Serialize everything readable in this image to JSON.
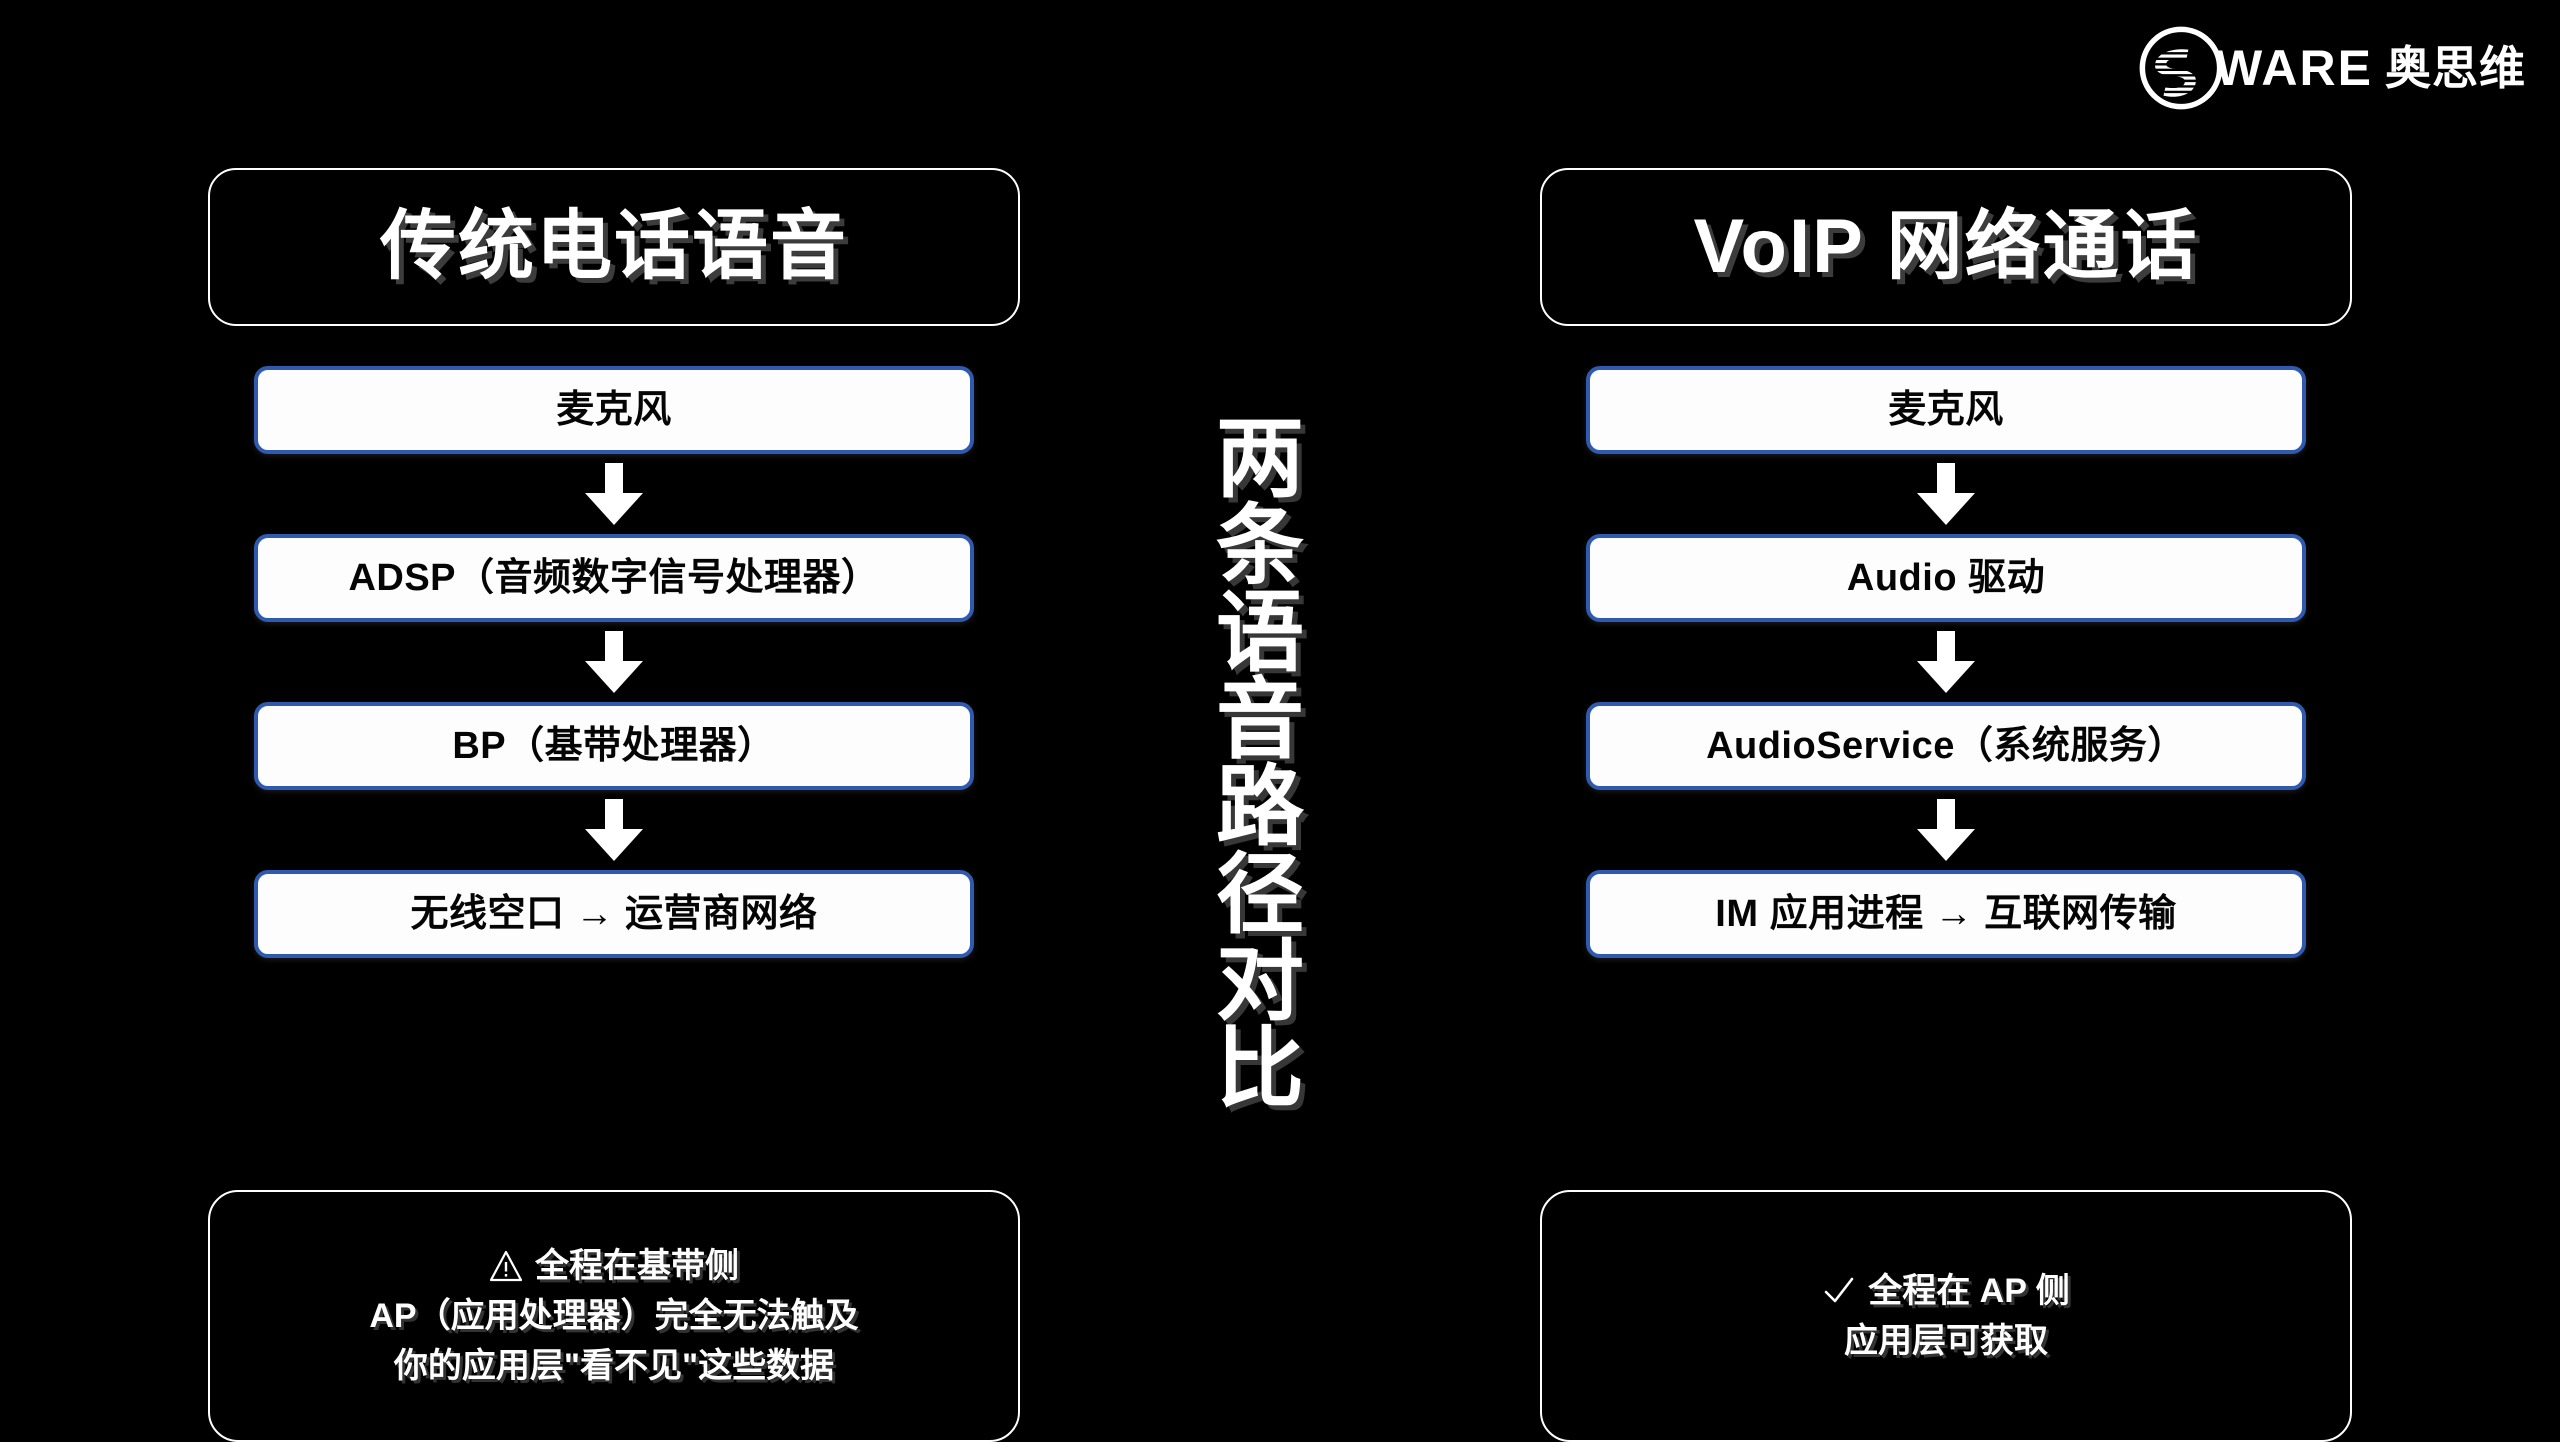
{
  "brand": {
    "mark_icon": "swire-circle-s-logo-icon",
    "latin_text": "WARE",
    "cjk_text": "奥思维"
  },
  "center_title": {
    "text": "两条语音路径对比",
    "chars": [
      "两",
      "条",
      "语",
      "音",
      "路",
      "径",
      "对",
      "比"
    ]
  },
  "colors": {
    "background": "#000000",
    "box_fill": "#fdfdfd",
    "box_border": "#2f5ab0",
    "box_text": "#050505",
    "outline": "#ffffff",
    "arrow": "#ffffff"
  },
  "columns": [
    {
      "id": "traditional-telephony",
      "title": "传统电话语音",
      "steps": [
        {
          "label": "麦克风"
        },
        {
          "label": "ADSP（音频数字信号处理器）"
        },
        {
          "label": "BP（基带处理器）"
        },
        {
          "label": "无线空口 → 运营商网络"
        }
      ],
      "note": {
        "icon": "warning-triangle-icon",
        "lines": [
          "全程在基带侧",
          "AP（应用处理器）完全无法触及",
          "你的应用层\"看不见\"这些数据"
        ]
      }
    },
    {
      "id": "voip-network-call",
      "title": "VoIP 网络通话",
      "steps": [
        {
          "label": "麦克风"
        },
        {
          "label": "Audio 驱动"
        },
        {
          "label": "AudioService（系统服务）"
        },
        {
          "label": "IM 应用进程 → 互联网传输"
        }
      ],
      "note": {
        "icon": "check-mark-icon",
        "lines": [
          "全程在 AP 侧",
          "应用层可获取"
        ]
      }
    }
  ]
}
